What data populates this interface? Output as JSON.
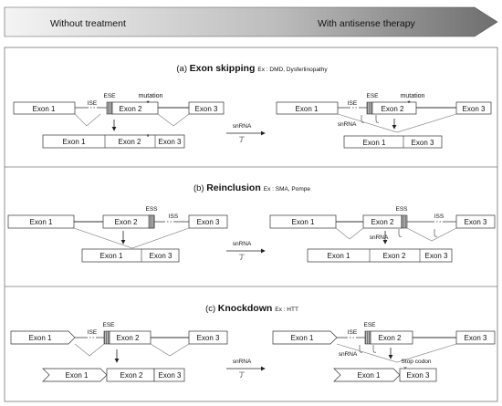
{
  "header": {
    "left_label": "Without treatment",
    "right_label": "With antisense therapy"
  },
  "labels": {
    "exon1": "Exon 1",
    "exon2": "Exon 2",
    "exon3": "Exon 3",
    "ise": "ISE",
    "ese": "ESE",
    "ess": "ESS",
    "iss": "ISS",
    "mutation": "mutation",
    "snrna": "snRNA",
    "stop_codon": "Stop codon"
  },
  "panels": [
    {
      "prefix": "(a) ",
      "title": "Exon skipping",
      "examples": "Ex : DMD, Dysferlinopathy"
    },
    {
      "prefix": "(b) ",
      "title": "Reinclusion",
      "examples": "Ex : SMA, Pompe"
    },
    {
      "prefix": "(c) ",
      "title": "Knockdown",
      "examples": "Ex : HTT"
    }
  ]
}
